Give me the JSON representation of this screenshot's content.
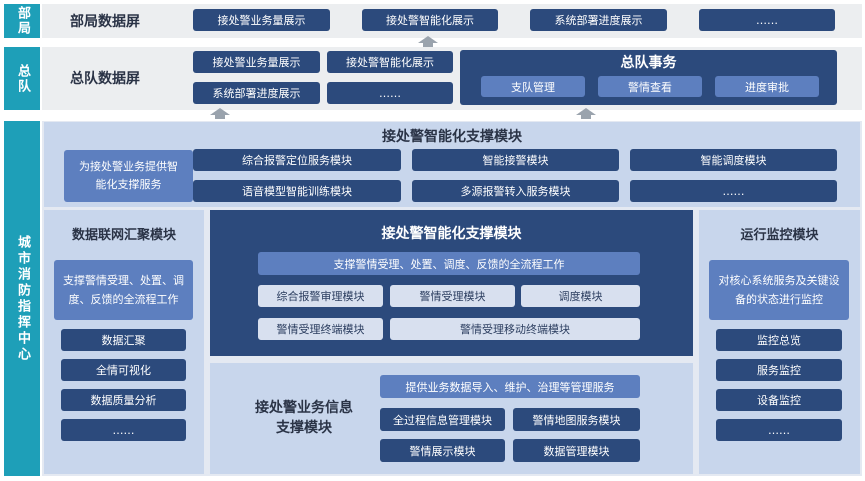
{
  "rows": {
    "bureau": {
      "side_label": "部局",
      "title": "部局数据屏",
      "boxes": [
        "接处警业务量展示",
        "接处警智能化展示",
        "系统部署进度展示",
        "……"
      ]
    },
    "corps": {
      "side_label": "总队",
      "title": "总队数据屏",
      "boxes": [
        "接处警业务量展示",
        "接处警智能化展示",
        "系统部署进度展示",
        "……"
      ],
      "affairs": {
        "title": "总队事务",
        "items": [
          "支队管理",
          "警情查看",
          "进度审批"
        ]
      }
    },
    "city": {
      "side_label": "城市消防指挥中心"
    }
  },
  "support_top": {
    "title": "接处警智能化支撑模块",
    "desc": "为接处警业务提供智能化支撑服务",
    "modules": [
      "综合报警定位服务模块",
      "智能接警模块",
      "智能调度模块",
      "语音模型智能训练模块",
      "多源报警转入服务模块",
      "……"
    ]
  },
  "data_network": {
    "title": "数据联网汇聚模块",
    "desc": "支撑警情受理、处置、调度、反馈的全流程工作",
    "items": [
      "数据汇聚",
      "全情可视化",
      "数据质量分析",
      "……"
    ]
  },
  "core": {
    "title": "接处警智能化支撑模块",
    "desc": "支撑警情受理、处置、调度、反馈的全流程工作",
    "modules": [
      "综合报警审理模块",
      "警情受理模块",
      "调度模块",
      "警情受理终端模块",
      "警情受理移动终端模块"
    ]
  },
  "biz_info": {
    "title": "接处警业务信息支撑模块",
    "desc": "提供业务数据导入、维护、治理等管理服务",
    "modules": [
      "全过程信息管理模块",
      "警情地图服务模块",
      "警情展示模块",
      "数据管理模块"
    ]
  },
  "ops_monitor": {
    "title": "运行监控模块",
    "desc": "对核心系统服务及关键设备的状态进行监控",
    "items": [
      "监控总览",
      "服务监控",
      "设备监控",
      "……"
    ]
  }
}
